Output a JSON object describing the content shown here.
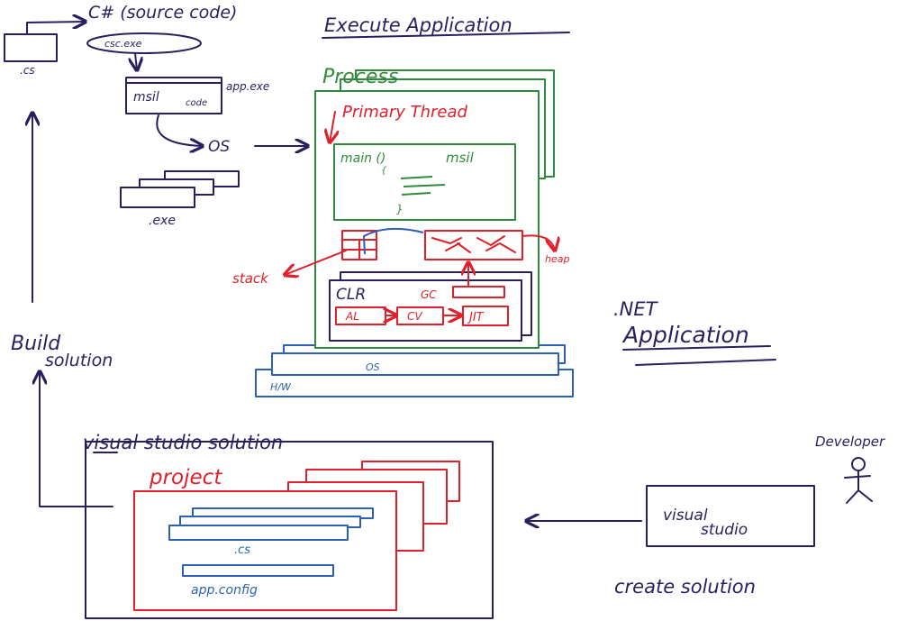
{
  "colors": {
    "ink": "#2a1f5e",
    "red": "#e0202a",
    "green": "#2f8a3c",
    "blue": "#2c5fb8"
  },
  "top_left": {
    "cs_file": ".cs",
    "source_code": "C# (source code)",
    "compiler": "csc.exe",
    "msil": "msil",
    "code": "code",
    "app_exe": "app.exe",
    "os": "OS",
    "exe": ".exe"
  },
  "execute": {
    "title": "Execute Application",
    "process": "Process",
    "primary_thread": "Primary Thread",
    "main": "main ()",
    "msil": "msil",
    "brace_open": "{",
    "brace_close": "}",
    "stack": "stack",
    "heap": "heap",
    "clr": "CLR",
    "gc": "GC",
    "al": "AL",
    "cv": "CV",
    "jit": "JIT",
    "os_layer": "OS",
    "hw_layer": "H/W"
  },
  "net_app": {
    "line1": ".NET",
    "line2": "Application"
  },
  "build": {
    "line1": "Build",
    "line2": "solution"
  },
  "solution": {
    "title": "visual studio solution",
    "project": "project",
    "cs": ".cs",
    "app_config": "app.config"
  },
  "developer": {
    "label": "Developer",
    "tool_line1": "visual",
    "tool_line2": "studio",
    "create": "create solution"
  }
}
